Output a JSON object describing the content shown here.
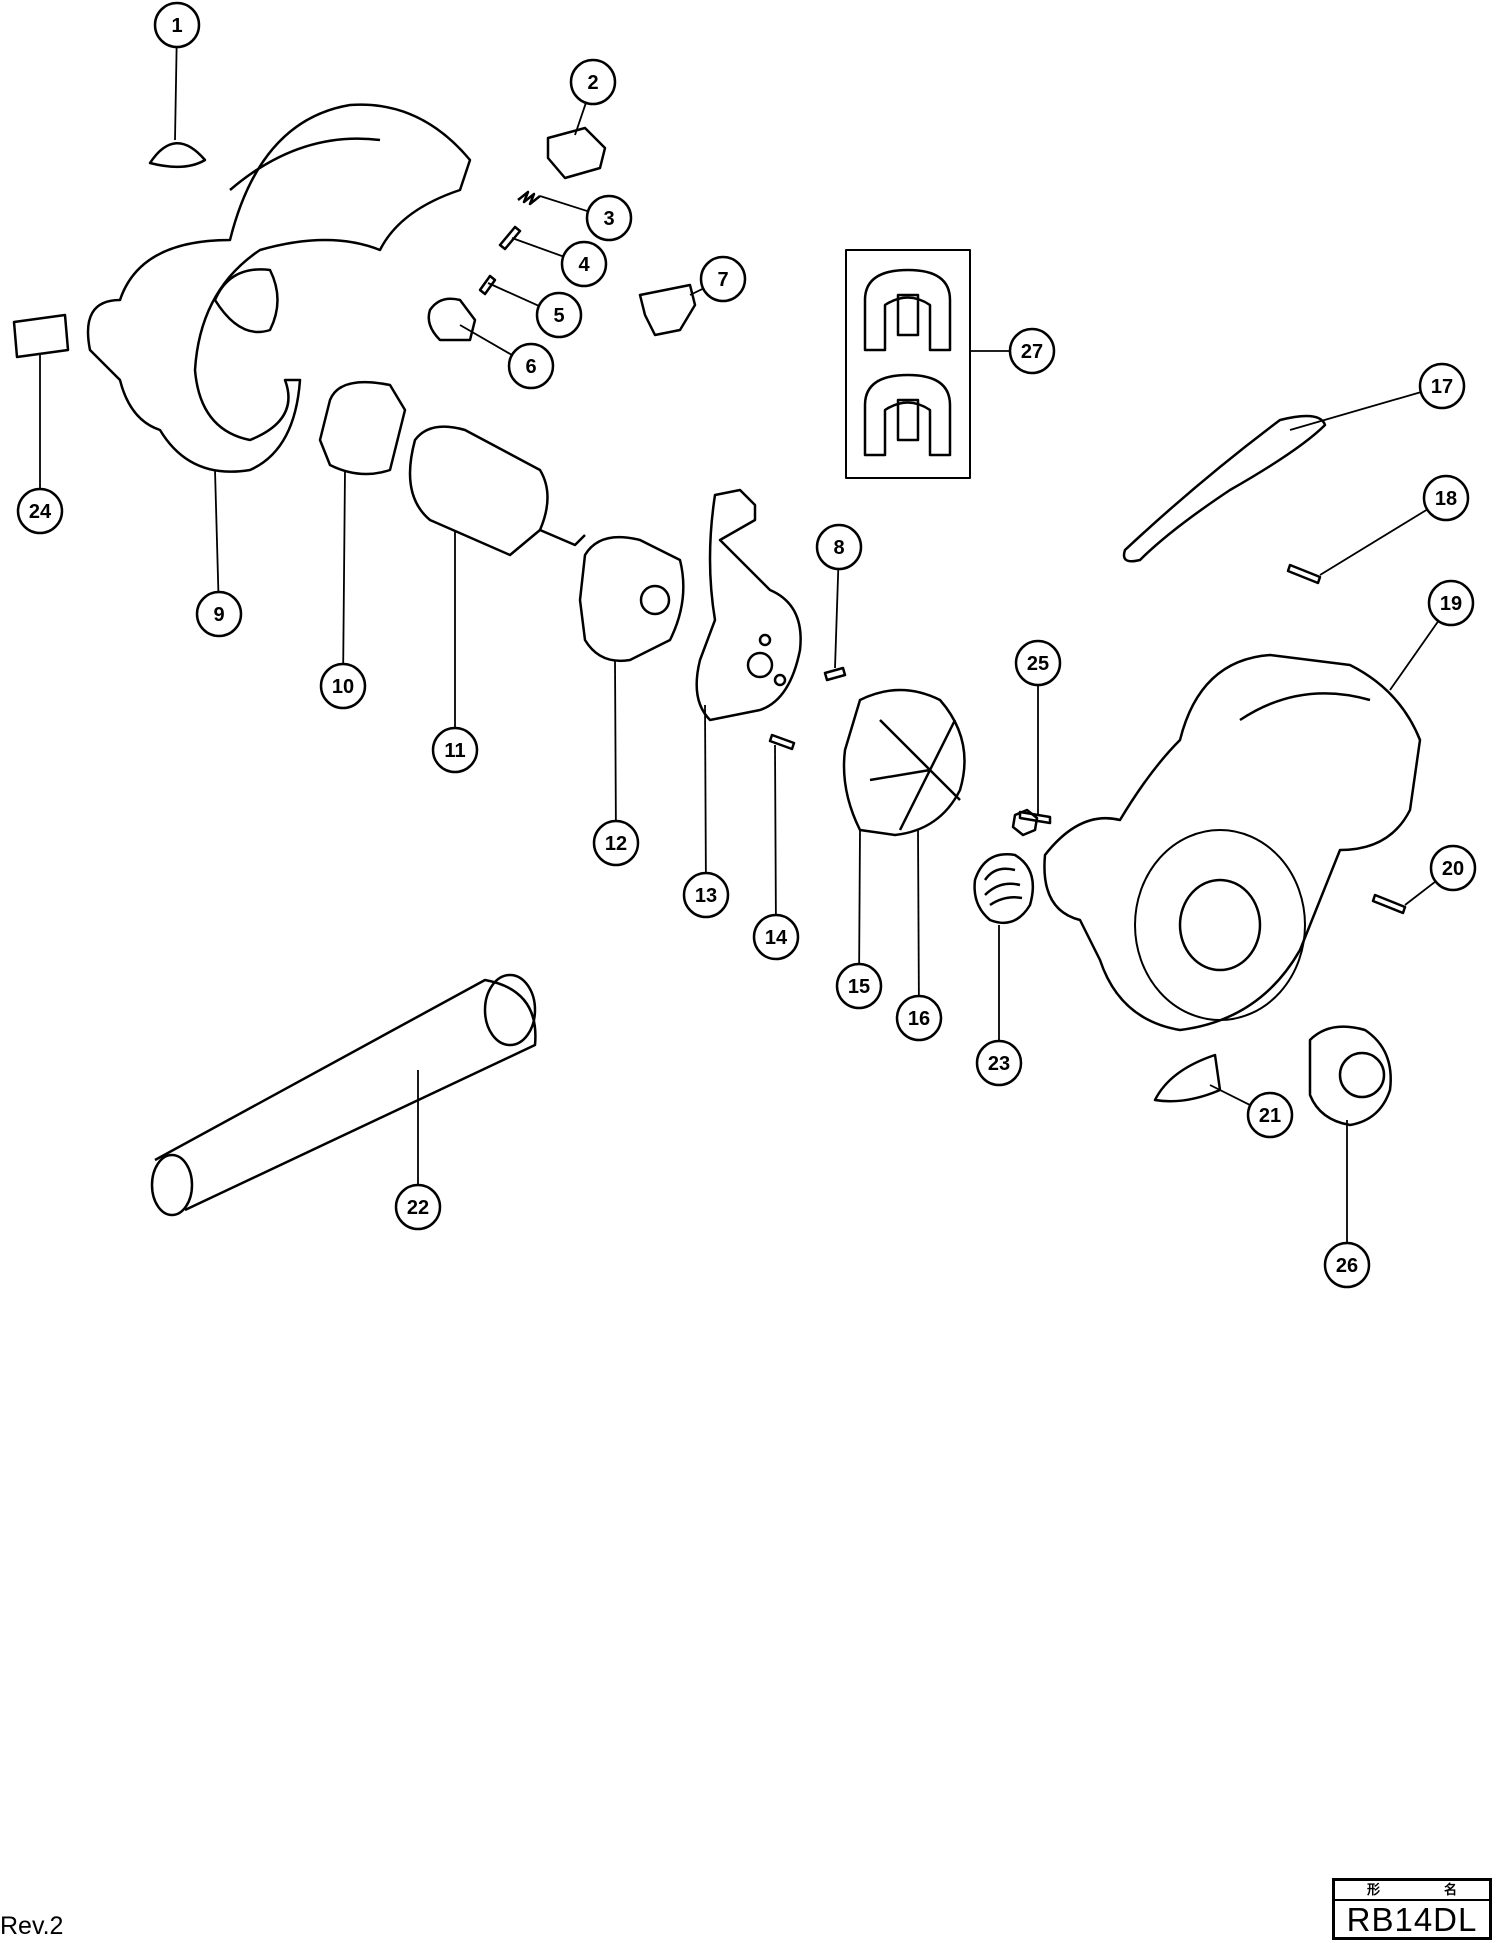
{
  "diagram": {
    "title_block": {
      "header_left": "形",
      "header_right": "名",
      "model": "RB14DL"
    },
    "revision": "Rev.2",
    "callouts": [
      "1",
      "2",
      "3",
      "4",
      "5",
      "6",
      "7",
      "8",
      "9",
      "10",
      "11",
      "12",
      "13",
      "14",
      "15",
      "16",
      "17",
      "18",
      "19",
      "20",
      "21",
      "22",
      "23",
      "24",
      "25",
      "26",
      "27"
    ]
  }
}
